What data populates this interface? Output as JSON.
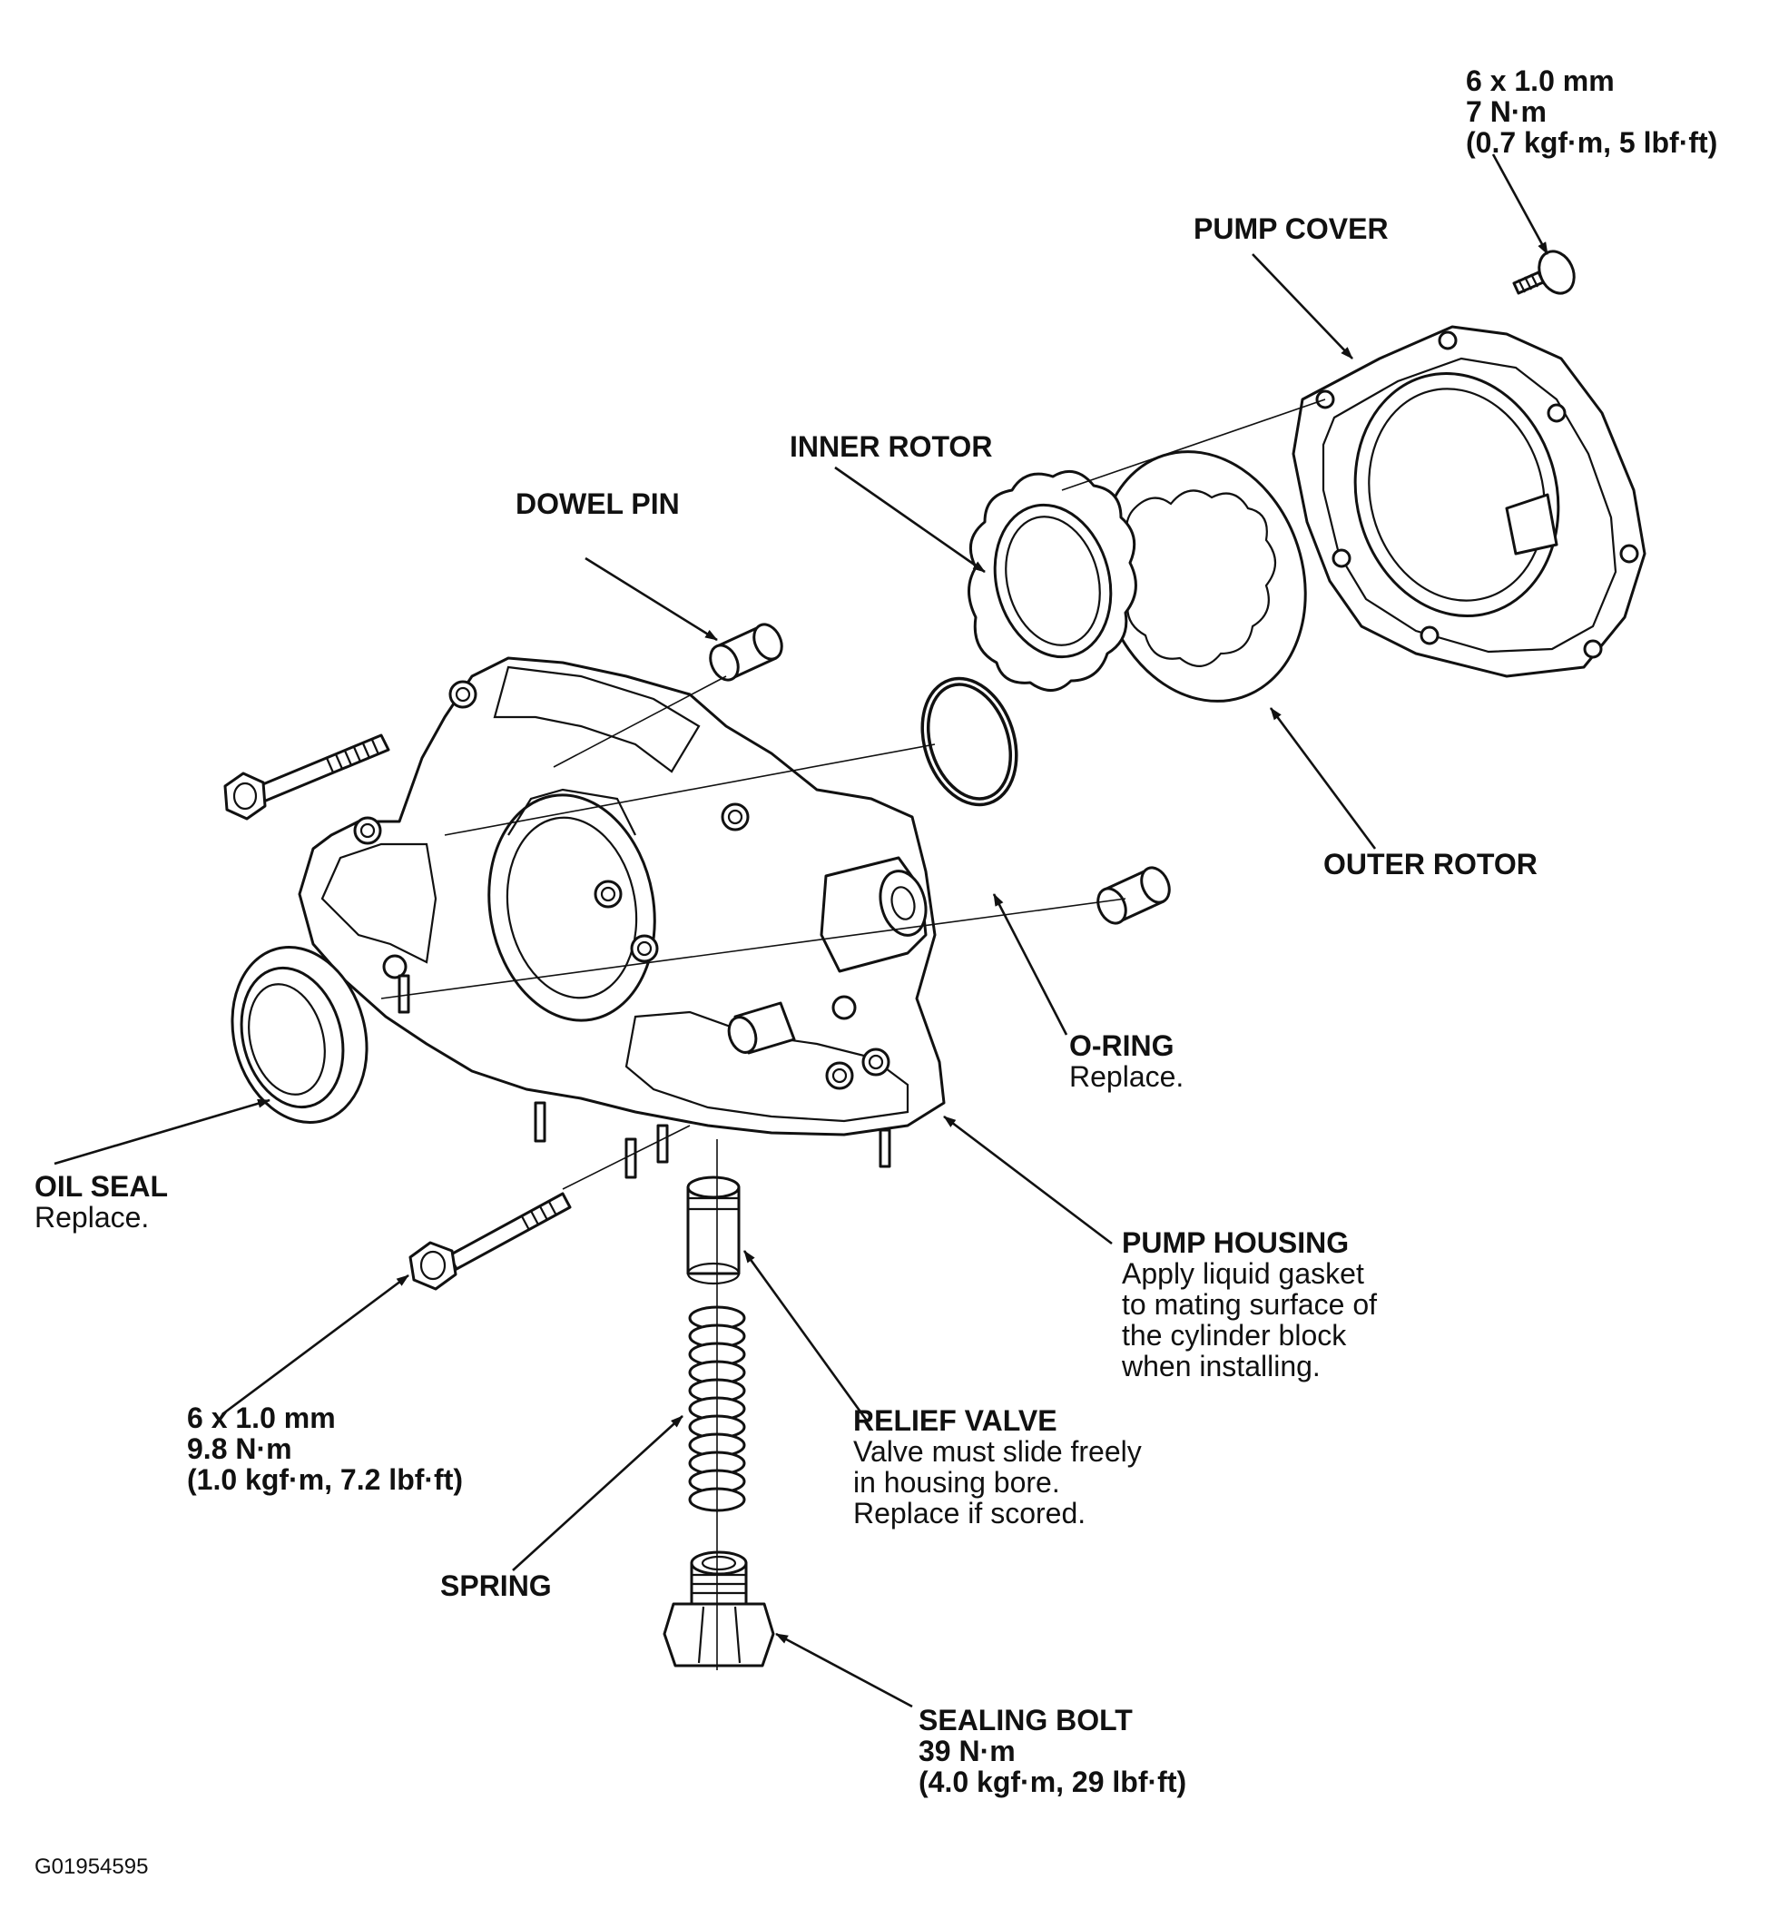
{
  "labels": {
    "bolt_top": {
      "line1": "6 x 1.0 mm",
      "line2": "7 N·m",
      "line3": "(0.7 kgf·m, 5 lbf·ft)"
    },
    "pump_cover": "PUMP COVER",
    "inner_rotor": "INNER ROTOR",
    "dowel_pin": "DOWEL PIN",
    "outer_rotor": "OUTER ROTOR",
    "o_ring": {
      "title": "O-RING",
      "note": "Replace."
    },
    "oil_seal": {
      "title": "OIL SEAL",
      "note": "Replace."
    },
    "pump_housing": {
      "title": "PUMP HOUSING",
      "note1": "Apply liquid gasket",
      "note2": "to mating surface of",
      "note3": "the cylinder block",
      "note4": "when installing."
    },
    "bolt_bottom": {
      "line1": "6 x 1.0 mm",
      "line2": "9.8 N·m",
      "line3": "(1.0 kgf·m, 7.2 lbf·ft)"
    },
    "relief_valve": {
      "title": "RELIEF VALVE",
      "note1": "Valve must slide freely",
      "note2": "in housing bore.",
      "note3": "Replace if scored."
    },
    "spring": "SPRING",
    "sealing_bolt": {
      "title": "SEALING BOLT",
      "line2": "39 N·m",
      "line3": "(4.0 kgf·m, 29 lbf·ft)"
    },
    "figure_id": "G01954595"
  }
}
